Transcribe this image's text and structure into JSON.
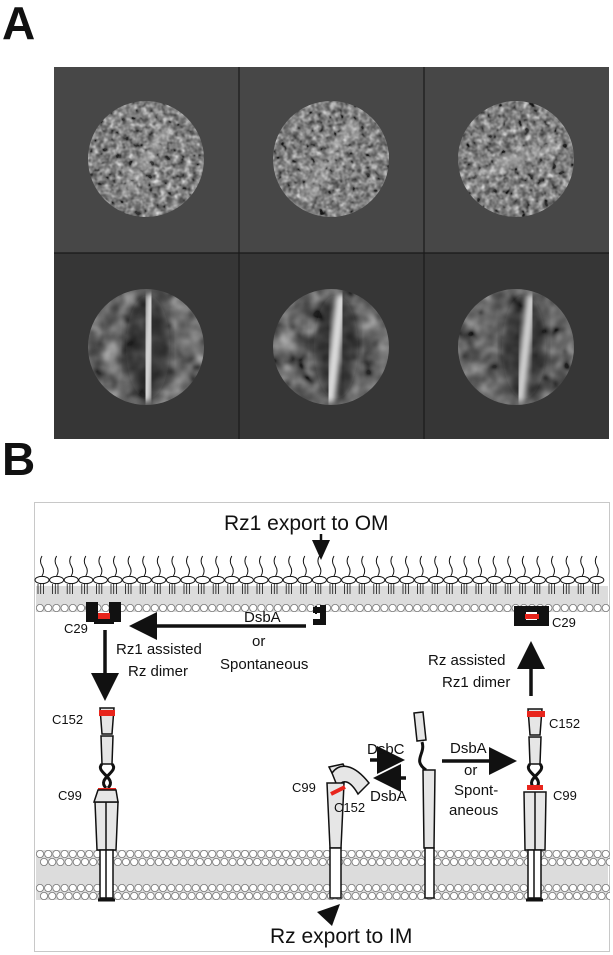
{
  "panels": {
    "a": "A",
    "b": "B"
  },
  "diagram": {
    "title_top": "Rz1 export to OM",
    "title_bottom": "Rz export to IM",
    "c29_left": "C29",
    "c29_right": "C29",
    "dsba_or_spont_1": "DsbA",
    "dsba_or_spont_2": "or",
    "dsba_or_spont_3": "Spontaneous",
    "rz1_assisted_1": "Rz1 assisted",
    "rz1_assisted_2": "Rz dimer",
    "rz_assisted_1": "Rz assisted",
    "rz_assisted_2": "Rz1 dimer",
    "c152_left": "C152",
    "c99_left": "C99",
    "c99_mid": "C99",
    "c152_mid": "C152",
    "dsbc": "DsbC",
    "dsba_back": "DsbA",
    "dsba_fwd_1": "DsbA",
    "dsba_fwd_2": "or",
    "dsba_fwd_3": "Spont-",
    "dsba_fwd_4": "aneous",
    "c152_right": "C152",
    "c99_right": "C99"
  },
  "colors": {
    "red_mark": "#e8251c",
    "membrane_band": "#dcdcdc",
    "tile_dark": "#3a3a3a",
    "tile_mid": "#484848"
  }
}
